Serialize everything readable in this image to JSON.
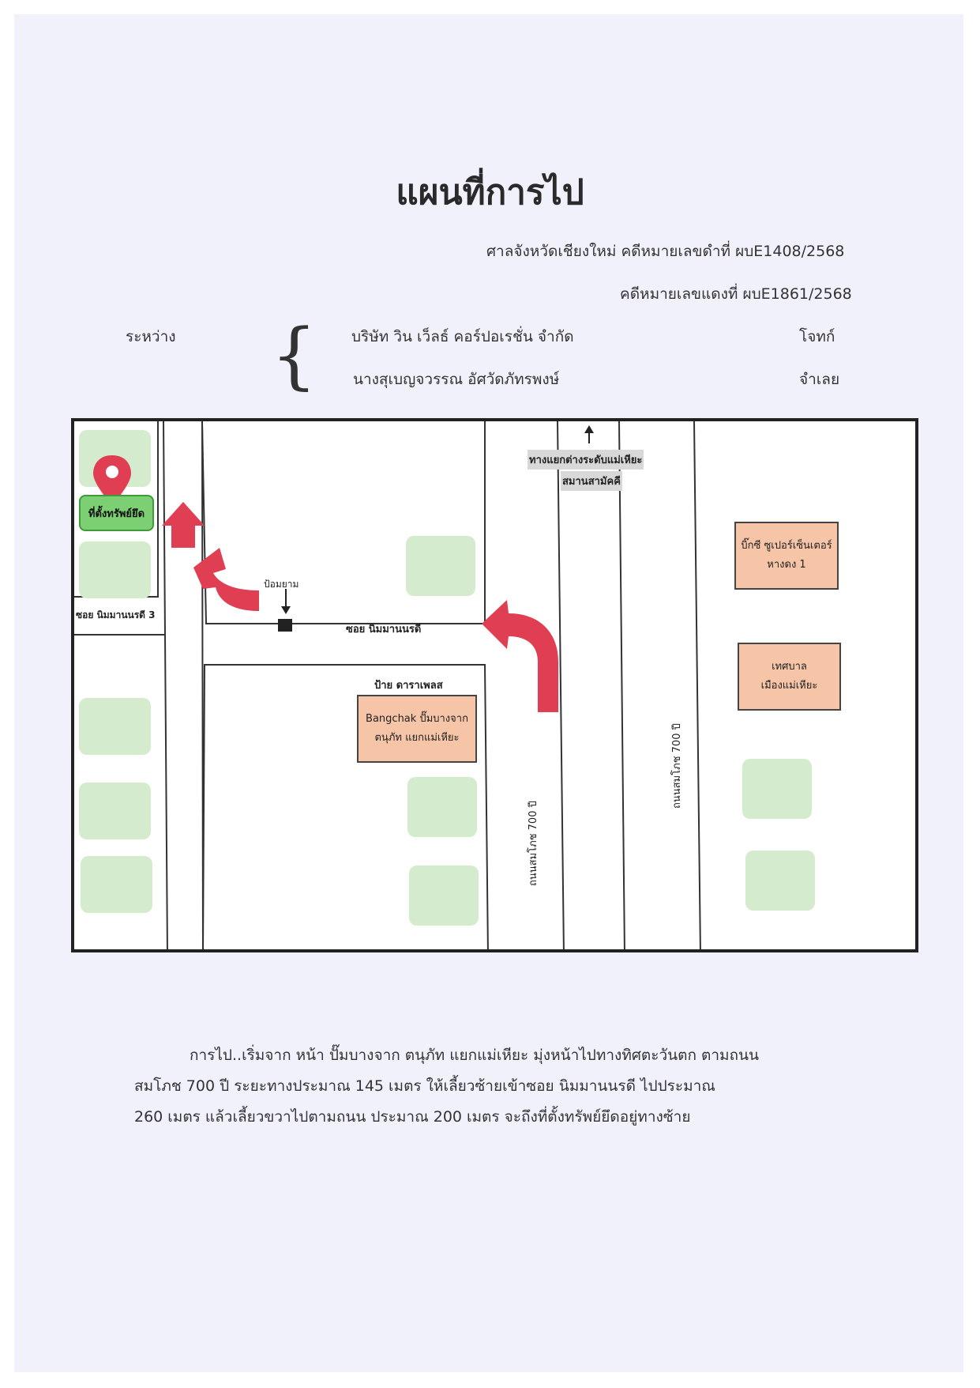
{
  "header": {
    "title": "แผนที่การไป",
    "court_line": "ศาลจังหวัดเชียงใหม่  คดีหมายเลขดำที่  ผบE1408/2568",
    "red_case_line": "คดีหมายเลขแดงที่  ผบE1861/2568",
    "between_label": "ระหว่าง",
    "brace": "{",
    "plaintiff_name": "บริษัท  วิน  เว็ลธ์  คอร์ปอเรชั่น  จำกัด",
    "plaintiff_role": "โจทก์",
    "defendant_name": "นางสุเบญจวรรณ  อัศวัดภัทรพงษ์",
    "defendant_role": "จำเลย"
  },
  "map": {
    "property_label": "ที่ตั้งทรัพย์ยึด",
    "soi3_label": "ซอย  นิมมานนรดี 3",
    "watch_tower_label": "ป้อมยาม",
    "soi_label": "ซอย  นิมมานนรดี",
    "junction_line1": "ทางแยกต่างระดับแม่เหียะ",
    "junction_line2": "สมานสามัคคี",
    "bigc_line1": "บิ๊กซี ซูเปอร์เซ็นเตอร์",
    "bigc_line2": "หางดง 1",
    "municipality_line1": "เทศบาล",
    "municipality_line2": "เมืองแม่เหียะ",
    "dara_sign_label": "ป้าย  ดาราเพลส",
    "bangchak_line1": "Bangchak ปั๊มบางจาก",
    "bangchak_line2": "ตนุภัท  แยกแม่เหียะ",
    "road_left_label": "ถนนสมโภช 700 ปี",
    "road_right_label": "ถนนสมโภช 700 ปี",
    "colors": {
      "green_block": "#d5ebce",
      "property": "#7ccf72",
      "landmark": "#f6c4a7",
      "arrow": "#e03e52",
      "pin": "#e03e52"
    },
    "icons": [
      "map-pin-icon",
      "up-arrow-icon",
      "curved-left-arrow-icon",
      "down-arrow-icon",
      "black-square-icon"
    ]
  },
  "directions": {
    "line1": "การไป..เริ่มจาก หน้า ปั๊มบางจาก ตนุภัท แยกแม่เหียะ  มุ่งหน้าไปทางทิศตะวันตก ตามถนน",
    "line2": "สมโภช 700 ปี    ระยะทางประมาณ   145   เมตร  ให้เลี้ยวซ้ายเข้าซอย  นิมมานนรดี   ไปประมาณ",
    "line3": "260  เมตร   แล้วเลี้ยวขวาไปตามถนน  ประมาณ  200  เมตร  จะถึงที่ตั้งทรัพย์ยึดอยู่ทางซ้าย"
  }
}
